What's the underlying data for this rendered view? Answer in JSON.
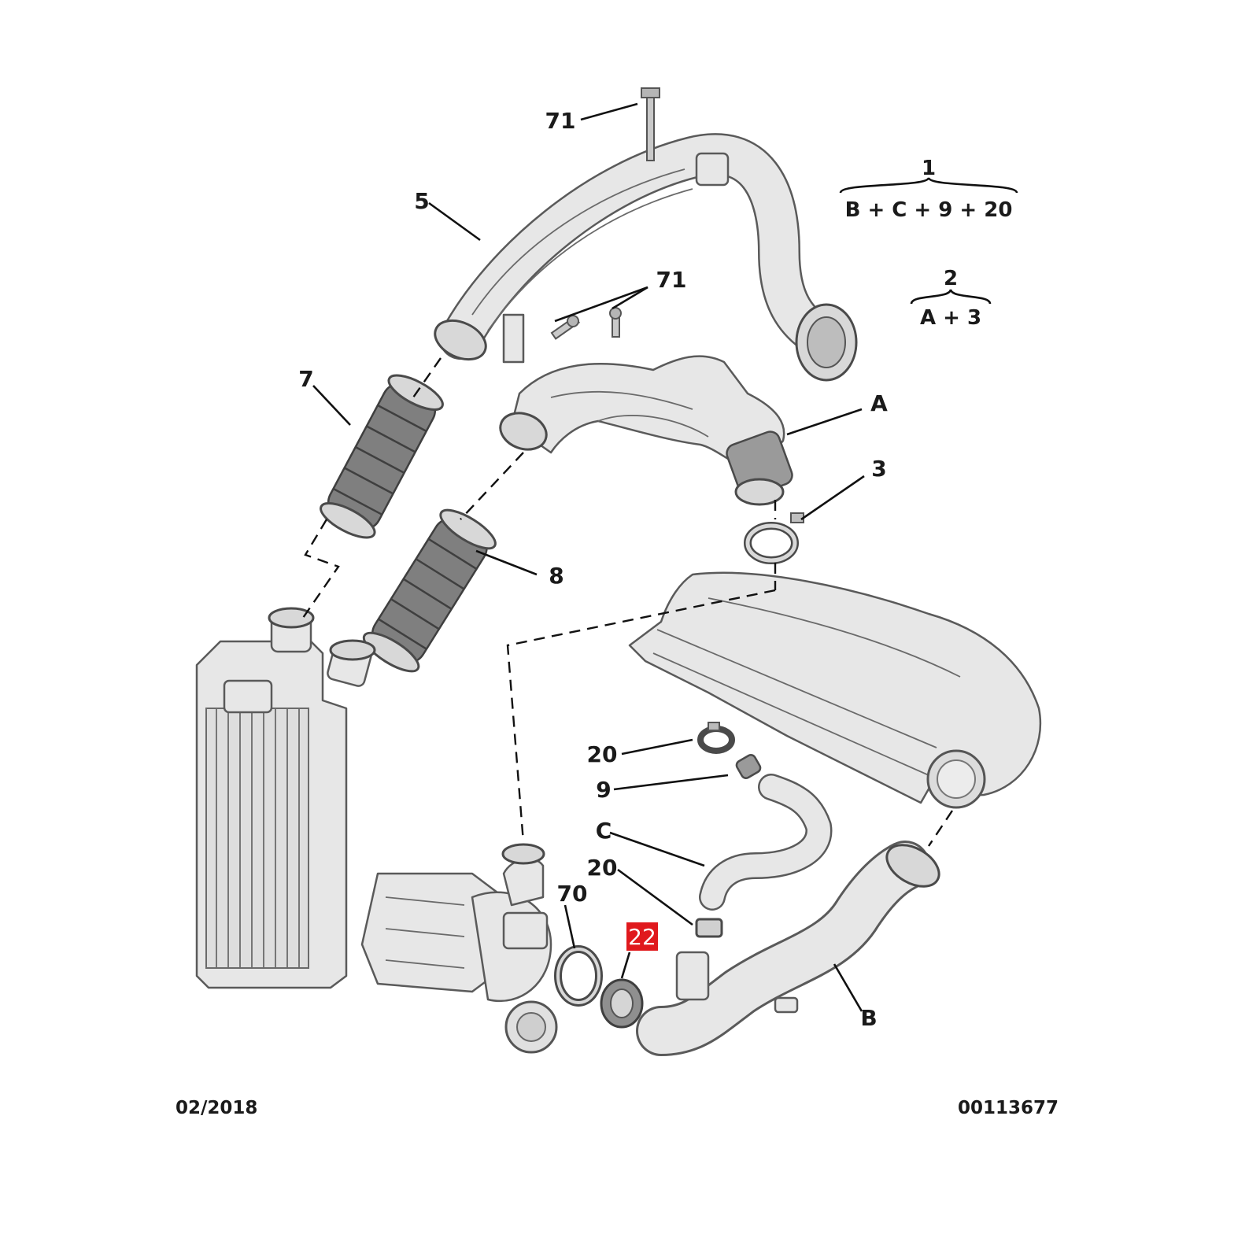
{
  "labels": {
    "p71a": "71",
    "p71b": "71",
    "p5": "5",
    "p7": "7",
    "p8": "8",
    "pA": "A",
    "p3": "3",
    "p20a": "20",
    "p9": "9",
    "pC": "C",
    "p20b": "20",
    "p70": "70",
    "p22": "22",
    "pB": "B"
  },
  "kits": {
    "kit1": {
      "number": "1",
      "formula": "B + C + 9 + 20"
    },
    "kit2": {
      "number": "2",
      "formula": "A + 3"
    }
  },
  "footer": {
    "date": "02/2018",
    "code": "00113677"
  },
  "colors": {
    "highlight": "#e0191d",
    "highlight_text": "#ffffff",
    "ink": "#1a1a1a"
  }
}
